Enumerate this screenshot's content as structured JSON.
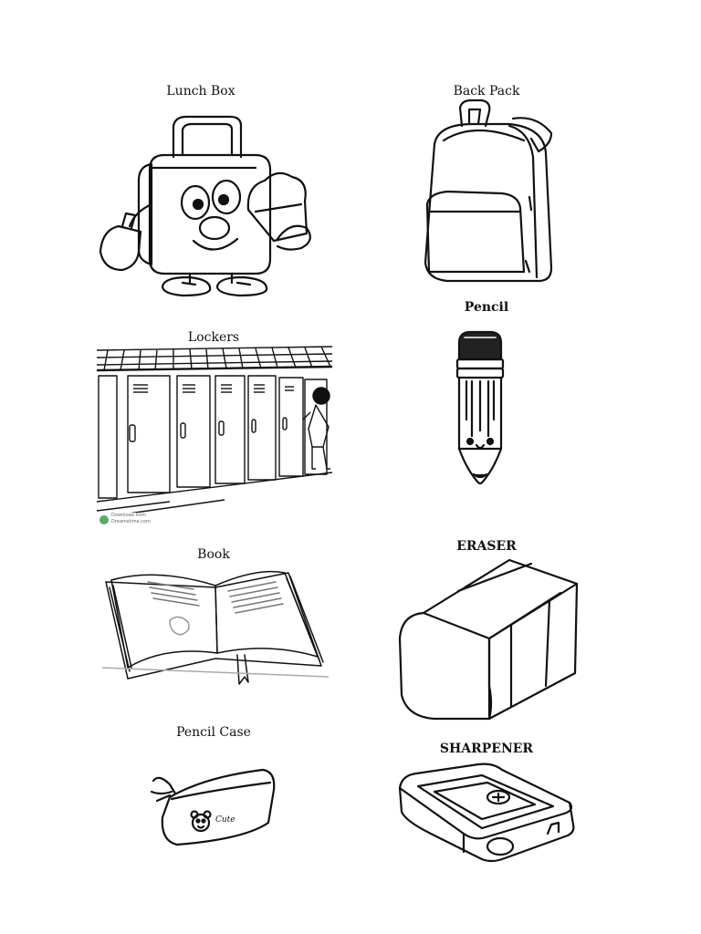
{
  "items": {
    "lunch_box": "Lunch Box",
    "back_pack": "Back Pack",
    "pencil": "Pencil",
    "lockers": "Lockers",
    "book": "Book",
    "eraser": "ERASER",
    "pencil_case": "Pencil Case",
    "sharpener": "SHARPENER"
  },
  "watermark": {
    "line1": "Download from",
    "line2": "Dreamstime.com"
  },
  "pencil_case_logo": "Cute"
}
